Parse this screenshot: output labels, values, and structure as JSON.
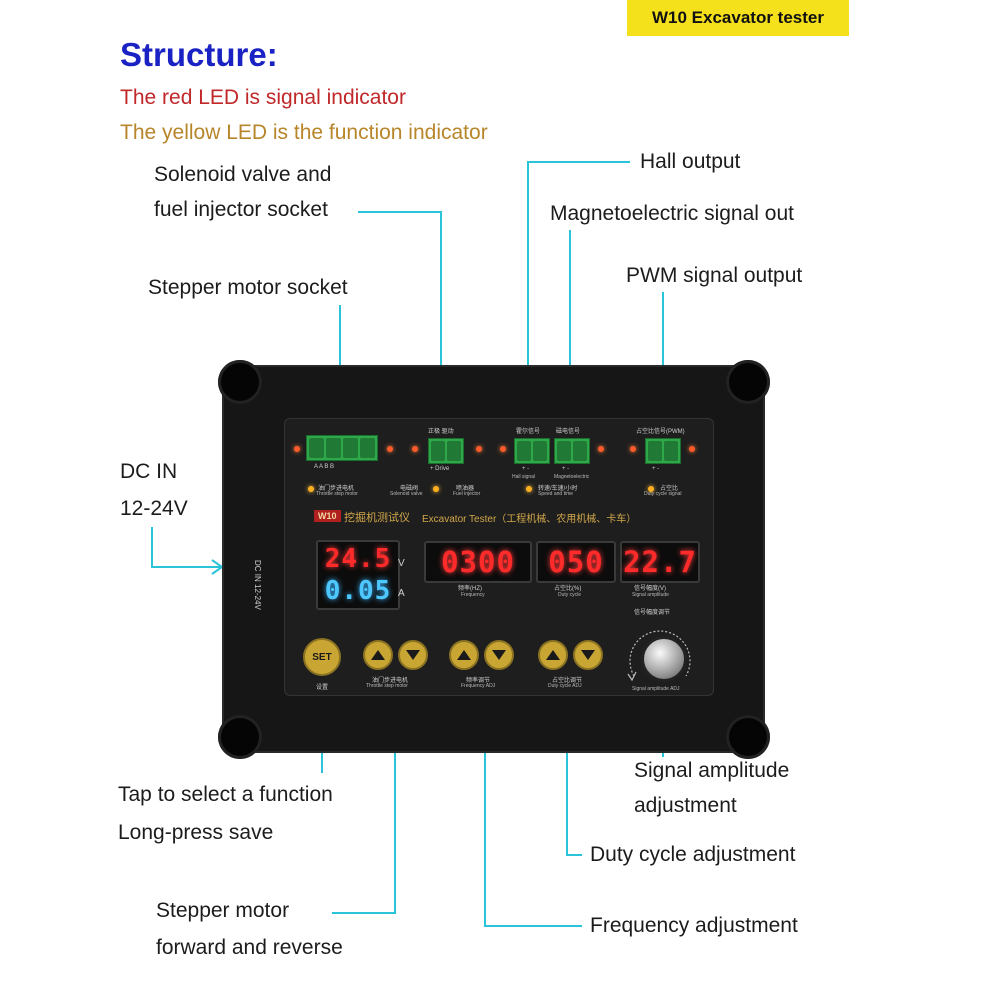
{
  "badge": "W10  Excavator tester",
  "heading": "Structure:",
  "red_led_note": "The red LED is signal indicator",
  "yellow_led_note": "The yellow LED is the function indicator",
  "colors": {
    "heading": "#1a22c4",
    "red_note": "#c0282a",
    "yellow_note": "#b8862a",
    "badge_bg": "#f5e11b",
    "leader": "#29c4d8"
  },
  "callouts": {
    "solenoid_1": "Solenoid valve and",
    "solenoid_2": "fuel injector socket",
    "hall": "Hall output",
    "magneto": "Magnetoelectric signal out",
    "stepper_socket": "Stepper motor socket",
    "pwm": "PWM signal output",
    "dc_1": "DC  IN",
    "dc_2": "12-24V",
    "tap_1": "Tap to select a function",
    "tap_2": "Long-press save",
    "amp_1": "Signal amplitude",
    "amp_2": "adjustment",
    "duty": "Duty cycle adjustment",
    "stepper_1": "Stepper motor",
    "stepper_2": "forward and reverse",
    "freq": "Frequency adjustment"
  },
  "device": {
    "brand": "W10",
    "name": "挖掘机测试仪",
    "name_en": "Excavator Tester（工程机械、农用机械、卡车）",
    "dc_side": "DC IN 12-24V",
    "terminals": {
      "stepper_pins": "A  A  B  B",
      "solenoid_head": "正极  驱动",
      "solenoid_pins": "+   Drive",
      "hall_head": "霍尔信号",
      "hall_pins": "+  -",
      "mag_head": "磁电信号",
      "mag_pins": "+  -",
      "hall_sub": "Hall signal",
      "mag_sub": "Magnetoelectric",
      "pwm_head": "占空比信号(PWM)",
      "pwm_pins": "+  -"
    },
    "function_labels": {
      "throttle_cn": "油门步进电机",
      "throttle_en": "Throttle step motor",
      "solenoid_cn": "电磁阀",
      "solenoid_en": "Solenoid valve",
      "injector_cn": "喷油器",
      "injector_en": "Fuel injector",
      "speed_cn": "转速/车速/小时",
      "speed_en": "Speed and time",
      "duty_cn": "占空比",
      "duty_en": "Duty cycle signal"
    },
    "voltage": "24.5",
    "voltage_unit": "V",
    "current": "0.05",
    "current_unit": "A",
    "frequency": "0300",
    "frequency_cn": "频率(HZ)",
    "frequency_en": "Frequency",
    "duty": "050",
    "duty_cn": "占空比(%)",
    "duty_en": "Duty cycle",
    "amplitude": "22.7",
    "amplitude_cn": "信号幅度(V)",
    "amplitude_en": "Signal amplitude",
    "knob_cn": "信号幅度调节",
    "knob_en": "Signal amplitude ADJ",
    "set": "SET",
    "set_cn": "设置",
    "btn1_cn": "油门步进电机",
    "btn1_en": "Throttle step motor",
    "btn2_cn": "频率调节",
    "btn2_en": "Frequency ADJ",
    "btn3_cn": "占空比调节",
    "btn3_en": "Duty cycle ADJ"
  }
}
